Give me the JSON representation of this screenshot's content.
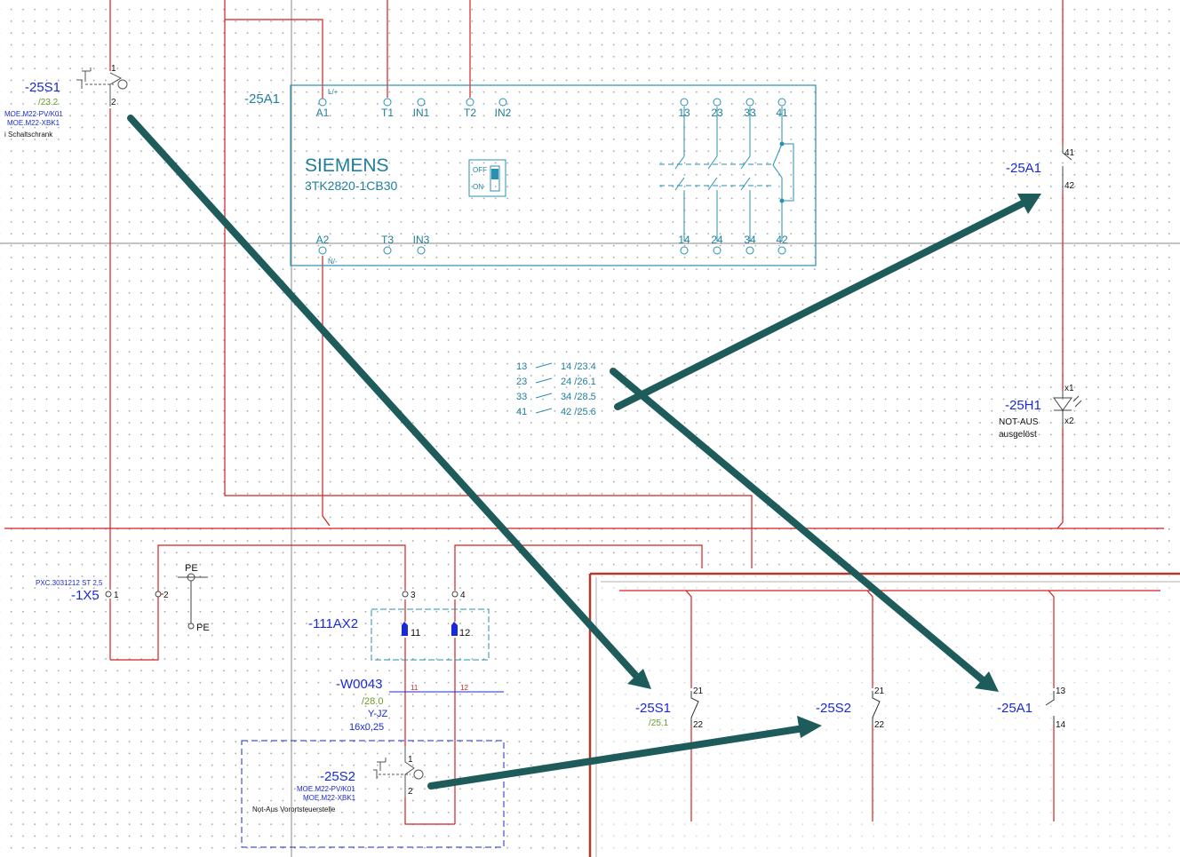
{
  "colors": {
    "wire": "#d42020",
    "device": "#2a90b0",
    "label": "#1a2ad6",
    "reference": "#6a9a2a",
    "arrow": "#1e5b5b",
    "grid": "#a9a9a9",
    "frame": "#b03a2e"
  },
  "s1": {
    "tag": "-25S1",
    "t_top": "1",
    "t_bot": "2",
    "ref": "/23.2",
    "part1": "MOE.M22-PV/K01",
    "part2": "MOE.M22-XBK1",
    "location": "i Schaltschrank"
  },
  "relay": {
    "tag": "-25A1",
    "brand": "SIEMENS",
    "model": "3TK2820-1CB30",
    "switch_off": "OFF",
    "switch_on": "ON",
    "l_plus": "L/+",
    "n_minus": "N/-",
    "top_terminals": [
      "A1",
      "T1",
      "IN1",
      "T2",
      "IN2",
      "13",
      "23",
      "33",
      "41"
    ],
    "bottom_terminals": [
      "A2",
      "T3",
      "IN3",
      "14",
      "24",
      "34",
      "42"
    ]
  },
  "contact_list": [
    {
      "a": "13",
      "b": "14 /23.4"
    },
    {
      "a": "23",
      "b": "24 /26.1"
    },
    {
      "a": "33",
      "b": "34 /28.5"
    },
    {
      "a": "41",
      "b": "42 /25.6"
    }
  ],
  "a1_contact": {
    "tag": "-25A1",
    "t1": "41",
    "t2": "42"
  },
  "lamp": {
    "tag": "-25H1",
    "t1": "x1",
    "t2": "x2",
    "line1": "NOT-AUS",
    "line2": "ausgelöst"
  },
  "terminal_block": {
    "tag": "-1X5",
    "part": "PXC.3031212 ST 2,5",
    "t1": "1",
    "t2": "2"
  },
  "pe": {
    "top": "PE",
    "bottom": "PE"
  },
  "ax2": {
    "tag": "-111AX2",
    "t3": "3",
    "t4": "4",
    "t11": "11",
    "t12": "12"
  },
  "cable": {
    "tag": "-W0043",
    "ref": "/28.0",
    "type": "Y-JZ",
    "size": "16x0,25",
    "core1": "11",
    "core2": "12"
  },
  "s2": {
    "tag": "-25S2",
    "t_top": "1",
    "t_bot": "2",
    "part1": "MOE.M22-PV/K01",
    "part2": "MOE.M22-XBK1",
    "location": "Not-Aus Vorortsteuerstelle"
  },
  "inset": {
    "s1": {
      "tag": "-25S1",
      "ref": "/25.1",
      "t1": "21",
      "t2": "22"
    },
    "s2": {
      "tag": "-25S2",
      "t1": "21",
      "t2": "22"
    },
    "a1": {
      "tag": "-25A1",
      "t1": "13",
      "t2": "14"
    }
  }
}
